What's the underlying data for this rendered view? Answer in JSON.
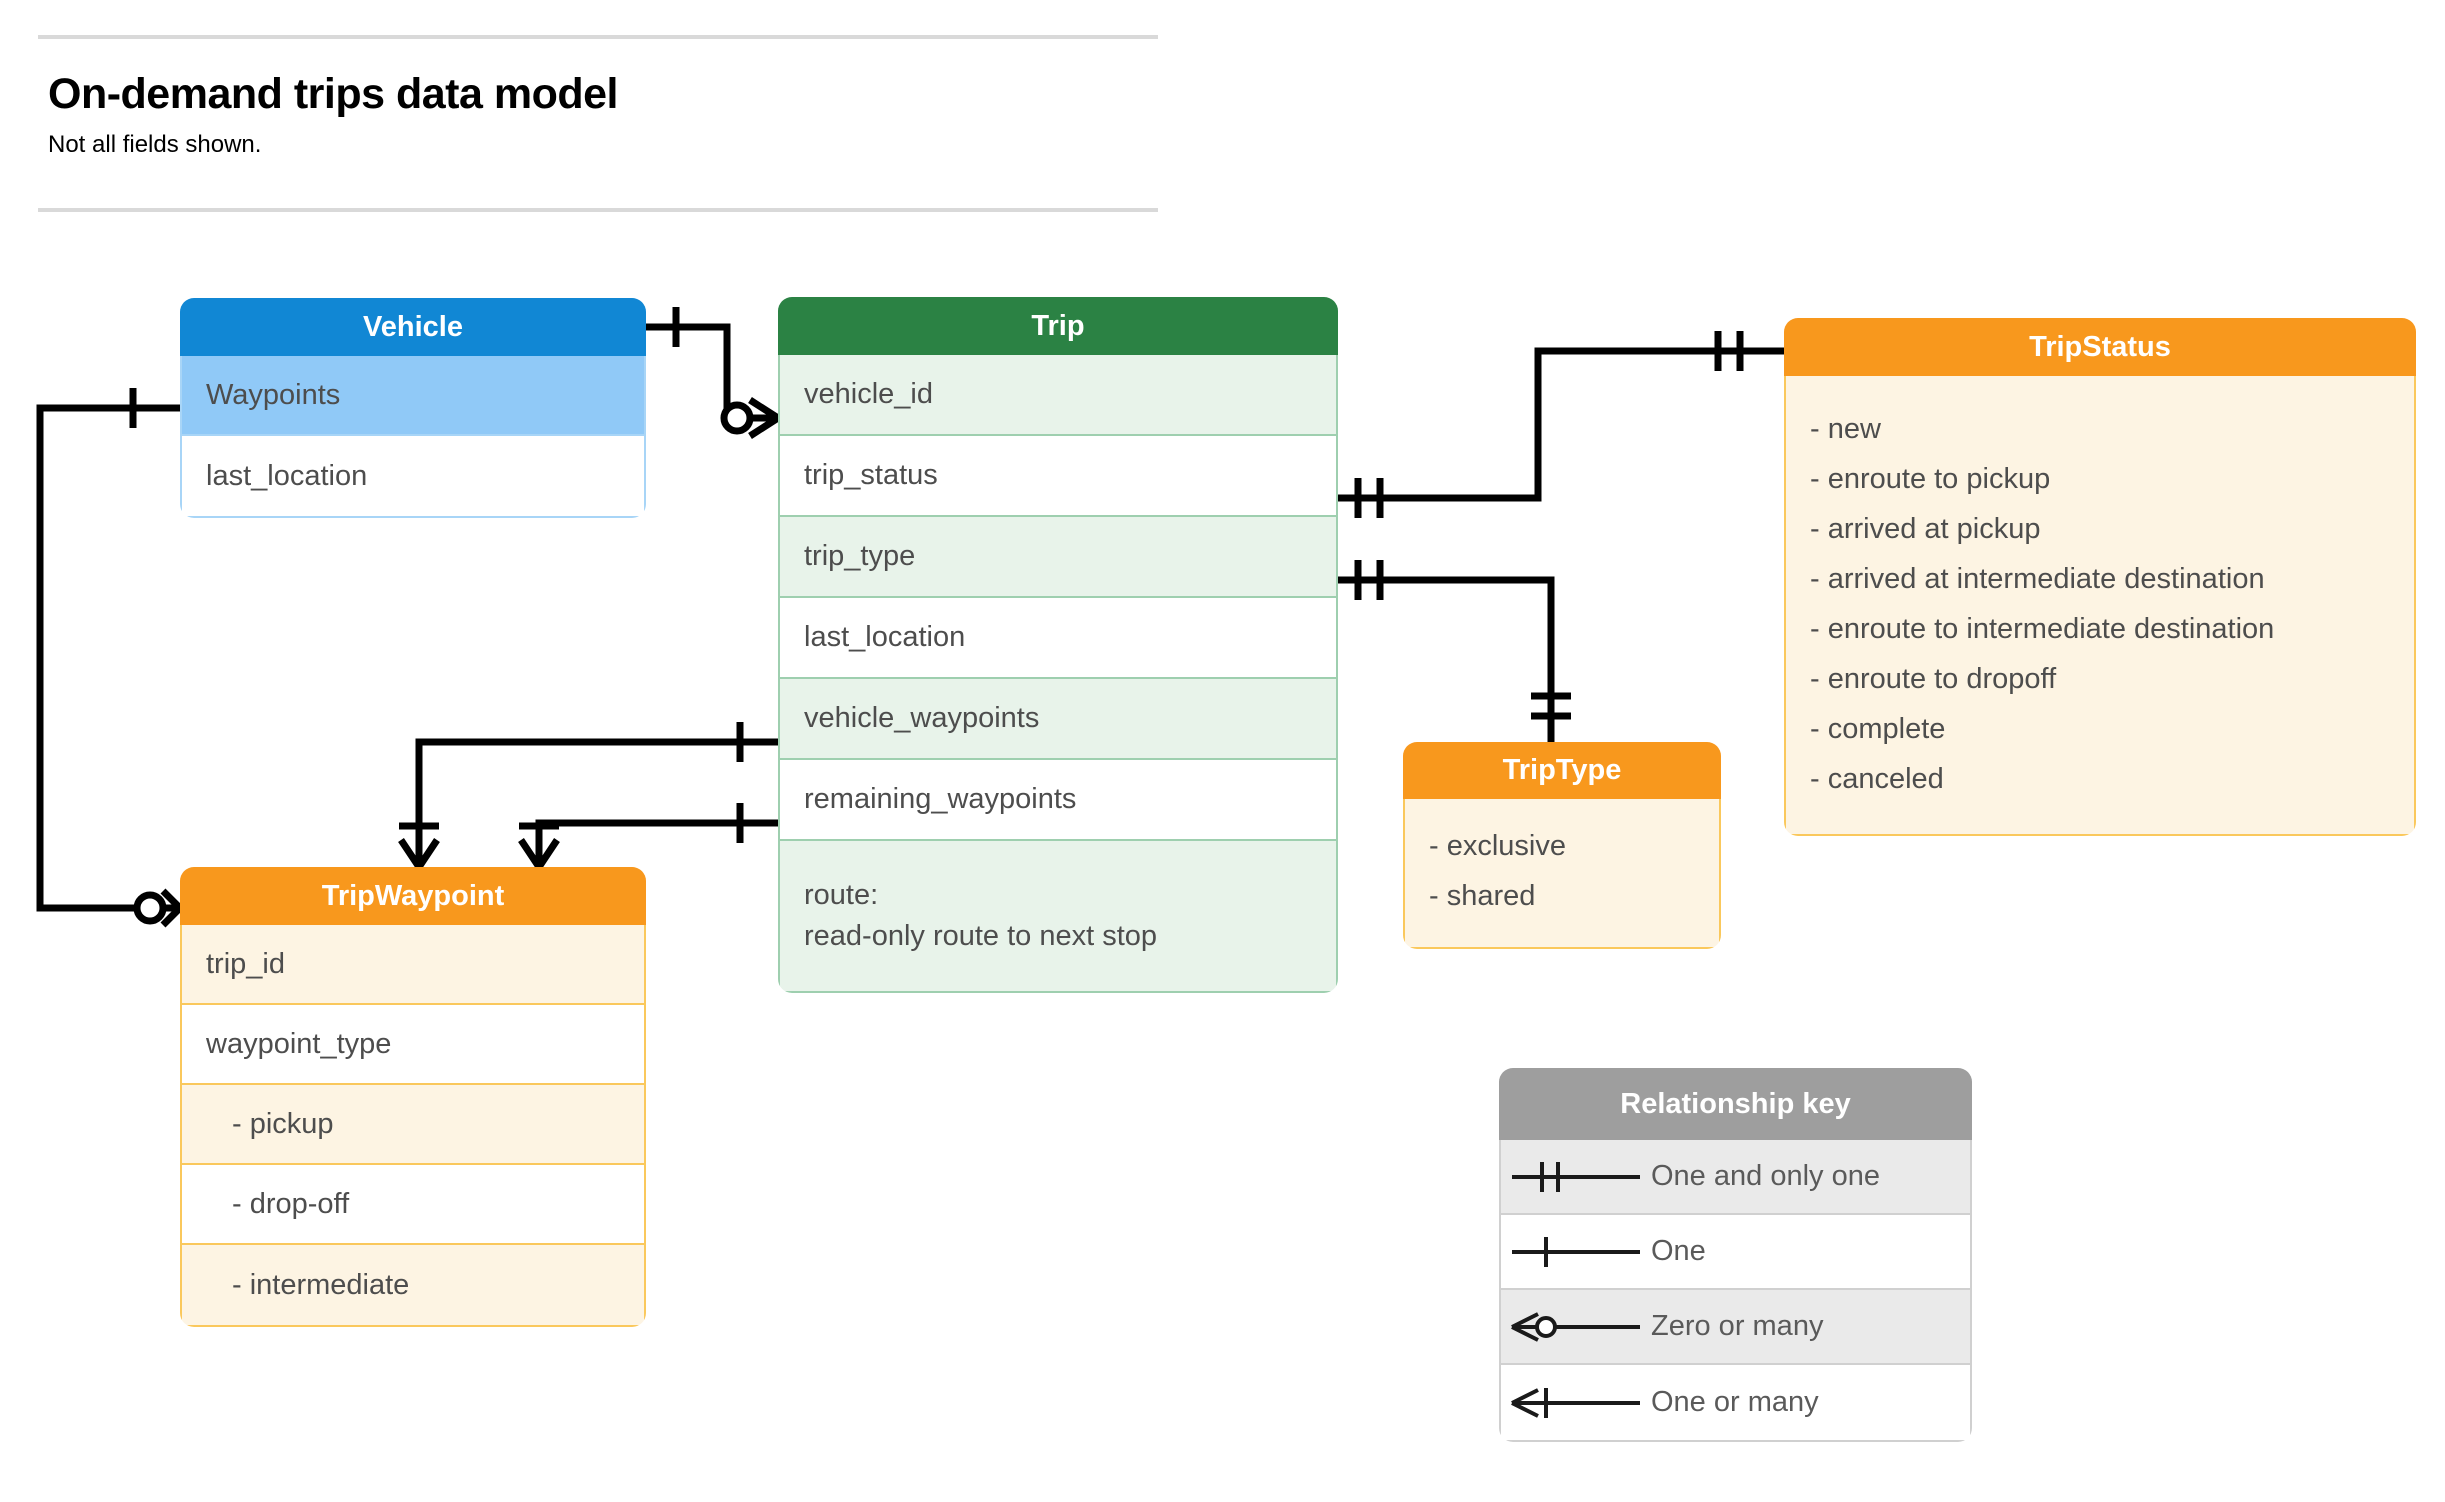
{
  "header": {
    "title": "On-demand trips data model",
    "subtitle": "Not all fields shown."
  },
  "colors": {
    "vehicle_header": "#1187d4",
    "vehicle_row_alt": "#90c9f7",
    "vehicle_border": "#a8d5f7",
    "trip_header": "#2b8244",
    "trip_row_alt": "#e8f3ea",
    "trip_border": "#9ecfaf",
    "orange_header": "#f8981d",
    "orange_row_alt": "#fdf4e3",
    "orange_border": "#fac85c",
    "legend_header": "#9e9e9e",
    "legend_row_alt": "#eaeaea",
    "connector": "#000000",
    "text": "#4d4d4d"
  },
  "entities": {
    "vehicle": {
      "title": "Vehicle",
      "rows": [
        {
          "label": "Waypoints"
        },
        {
          "label": "last_location"
        }
      ]
    },
    "trip": {
      "title": "Trip",
      "rows": [
        {
          "label": "vehicle_id"
        },
        {
          "label": "trip_status"
        },
        {
          "label": "trip_type"
        },
        {
          "label": "last_location"
        },
        {
          "label": "vehicle_waypoints"
        },
        {
          "label": "remaining_waypoints"
        }
      ],
      "route_row": {
        "line1": "route:",
        "line2": "read-only route to next stop"
      }
    },
    "trip_status": {
      "title": "TripStatus",
      "values": [
        "- new",
        "- enroute to pickup",
        "- arrived at pickup",
        "- arrived at intermediate destination",
        "- enroute to intermediate destination",
        "- enroute to dropoff",
        "- complete",
        "- canceled"
      ]
    },
    "trip_type": {
      "title": "TripType",
      "values": [
        "- exclusive",
        "- shared"
      ]
    },
    "trip_waypoint": {
      "title": "TripWaypoint",
      "rows": [
        {
          "label": "trip_id"
        },
        {
          "label": "waypoint_type"
        },
        {
          "label": "-  pickup"
        },
        {
          "label": "-  drop-off"
        },
        {
          "label": "-  intermediate"
        }
      ]
    }
  },
  "legend": {
    "title": "Relationship key",
    "rows": [
      {
        "symbol": "one-and-only-one-icon",
        "label": "One and only one"
      },
      {
        "symbol": "one-icon",
        "label": "One"
      },
      {
        "symbol": "zero-or-many-icon",
        "label": "Zero or many"
      },
      {
        "symbol": "one-or-many-icon",
        "label": "One or many"
      }
    ]
  },
  "relationships": [
    {
      "from": "vehicle",
      "to": "trip.vehicle_id",
      "from_card": "one-icon",
      "to_card": "zero-or-many-icon"
    },
    {
      "from": "vehicle.Waypoints",
      "to": "trip_waypoint",
      "from_card": "one-icon",
      "to_card": "zero-or-many-icon"
    },
    {
      "from": "trip.trip_status",
      "to": "trip_status",
      "from_card": "one-and-only-one-icon",
      "to_card": "one-and-only-one-icon"
    },
    {
      "from": "trip.trip_type",
      "to": "trip_type",
      "from_card": "one-and-only-one-icon",
      "to_card": "one-and-only-one-icon"
    },
    {
      "from": "trip.vehicle_waypoints",
      "to": "trip_waypoint",
      "from_card": "one-icon",
      "to_card": "one-or-many-icon"
    },
    {
      "from": "trip.remaining_waypoints",
      "to": "trip_waypoint",
      "from_card": "one-icon",
      "to_card": "one-or-many-icon"
    }
  ]
}
